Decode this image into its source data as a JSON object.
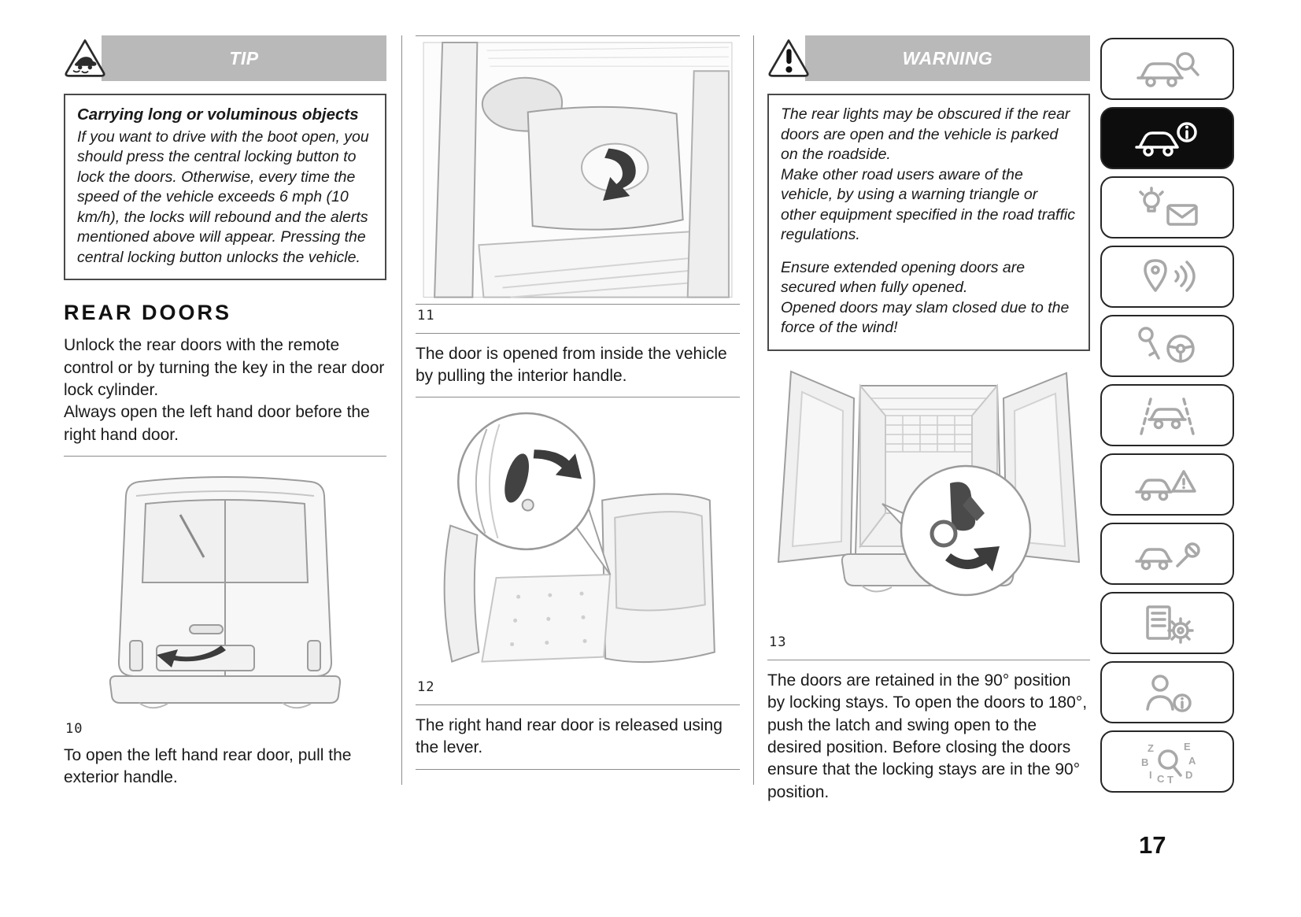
{
  "page": {
    "number": "17"
  },
  "left": {
    "tip": {
      "header": "TIP",
      "icon": "car-skid-triangle-icon",
      "title": "Carrying long or voluminous objects",
      "body": "If you want to drive with the boot open, you should press the central locking button to lock the doors. Otherwise, every time the speed of the vehicle exceeds 6 mph (10 km/h), the locks will rebound and the alerts mentioned above will appear. Pressing the central locking button unlocks the vehicle."
    },
    "heading": "REAR DOORS",
    "para1": "Unlock the rear doors with the remote control or by turning the key in the rear door lock cylinder.\nAlways open the left hand door before the right hand door.",
    "figure10": {
      "caption": "10",
      "name": "van-rear-exterior-handle-illustration"
    },
    "para2": "To open the left hand rear door, pull the exterior handle."
  },
  "middle": {
    "figure11": {
      "caption": "11",
      "name": "interior-door-handle-illustration"
    },
    "para1": "The door is opened from inside the vehicle by pulling the interior handle.",
    "figure12": {
      "caption": "12",
      "name": "right-rear-door-release-lever-illustration"
    },
    "para2": "The right hand rear door is released using the lever."
  },
  "right": {
    "warning": {
      "header": "WARNING",
      "icon": "exclamation-triangle-icon",
      "para1": "The rear lights may be obscured if the rear doors are open and the vehicle is parked on the roadside.\nMake other road users aware of the vehicle, by using a warning triangle or other equipment specified in the road traffic regulations.",
      "para2": "Ensure extended opening doors are secured when fully opened.\nOpened doors may slam closed due to the force of the wind!"
    },
    "figure13": {
      "caption": "13",
      "name": "rear-doors-open-locking-stay-illustration"
    },
    "para1": "The doors are retained in the 90° position by locking stays. To open the doors to 180°, push the latch and swing open to the desired position. Before closing the doors ensure that the locking stays are in the 90° position."
  },
  "sidebar": {
    "tabs": [
      {
        "icon": "car-magnifier-icon",
        "active": false
      },
      {
        "icon": "car-info-icon",
        "active": true
      },
      {
        "icon": "warning-lights-messages-icon",
        "active": false
      },
      {
        "icon": "navigation-audio-icon",
        "active": false
      },
      {
        "icon": "key-steering-icon",
        "active": false
      },
      {
        "icon": "driving-safety-icon",
        "active": false
      },
      {
        "icon": "emergency-triangle-icon",
        "active": false
      },
      {
        "icon": "car-service-icon",
        "active": false
      },
      {
        "icon": "technical-data-icon",
        "active": false
      },
      {
        "icon": "customer-info-icon",
        "active": false
      },
      {
        "icon": "alphabetical-index-icon",
        "active": false
      }
    ],
    "index_letters": [
      "Z",
      "E",
      "B",
      "A",
      "I",
      "C",
      "T",
      "D"
    ],
    "accent_colors": {
      "active_tab_bg": "#0d0d0d",
      "icon_gray": "#a8a8a8",
      "header_bar": "#b9b9b9"
    }
  }
}
